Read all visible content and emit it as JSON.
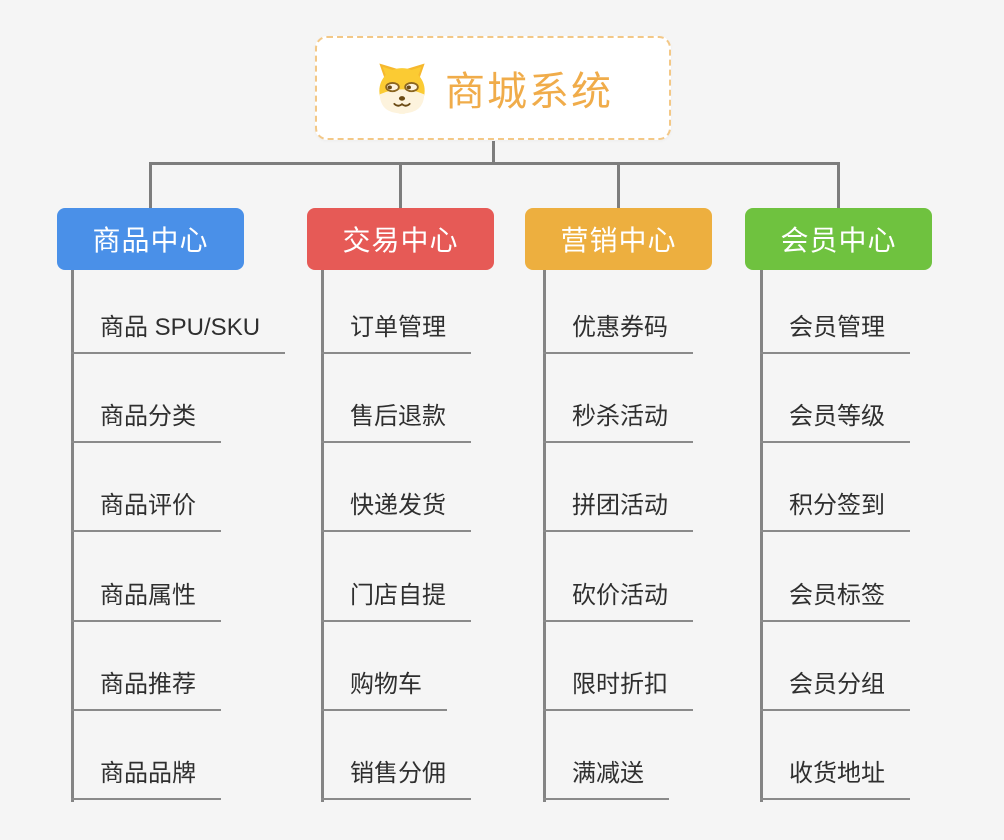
{
  "root": {
    "title": "商城系统",
    "icon": "doge-face-icon",
    "title_color": "#f0ac4a",
    "border_color": "#f3c887"
  },
  "colors": {
    "background": "#f5f5f5",
    "connector": "#7d7d7d",
    "underline": "#8a8a8a",
    "leaf_text": "#2f2f2f"
  },
  "branches": [
    {
      "id": "product-center",
      "label": "商品中心",
      "color": "#4a90e8",
      "children": [
        "商品 SPU/SKU",
        "商品分类",
        "商品评价",
        "商品属性",
        "商品推荐",
        "商品品牌"
      ]
    },
    {
      "id": "trade-center",
      "label": "交易中心",
      "color": "#e65a56",
      "children": [
        "订单管理",
        "售后退款",
        "快递发货",
        "门店自提",
        "购物车",
        "销售分佣"
      ]
    },
    {
      "id": "marketing-center",
      "label": "营销中心",
      "color": "#edaf3f",
      "children": [
        "优惠券码",
        "秒杀活动",
        "拼团活动",
        "砍价活动",
        "限时折扣",
        "满减送"
      ]
    },
    {
      "id": "member-center",
      "label": "会员中心",
      "color": "#6fc23f",
      "children": [
        "会员管理",
        "会员等级",
        "积分签到",
        "会员标签",
        "会员分组",
        "收货地址"
      ]
    }
  ]
}
